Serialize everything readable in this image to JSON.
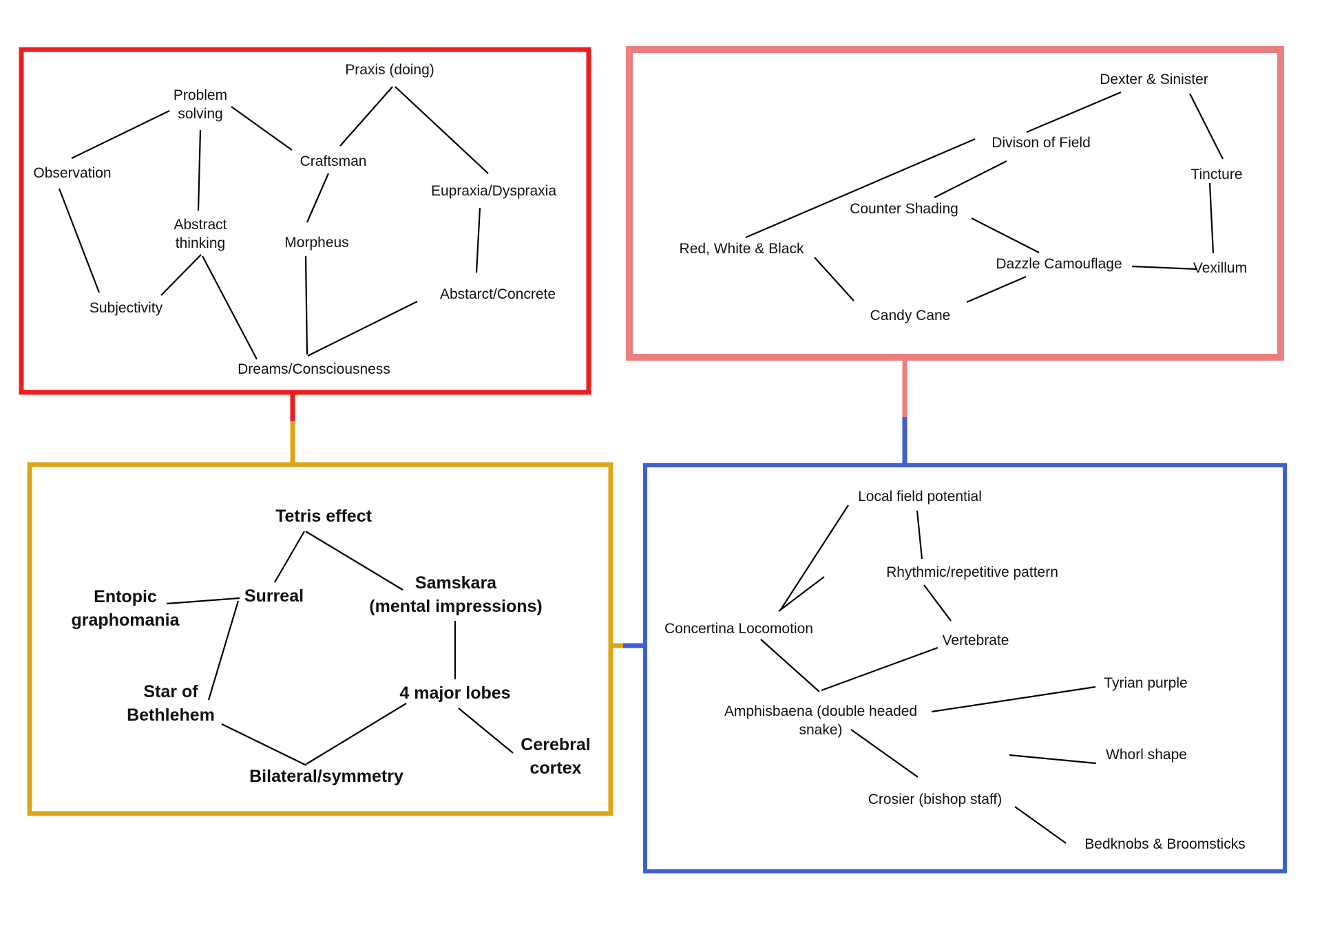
{
  "diagram": {
    "colors": {
      "red": "#ee1c1c",
      "pink": "#eb7f7f",
      "gold": "#dca717",
      "blue": "#3f5fd1",
      "line": "#000000"
    },
    "panels": [
      {
        "id": "red",
        "color": "#ee1c1c",
        "nodes": [
          {
            "id": "praxis",
            "lines": [
              "Praxis (doing)"
            ]
          },
          {
            "id": "problem",
            "lines": [
              "Problem",
              "solving"
            ]
          },
          {
            "id": "observation",
            "lines": [
              "Observation"
            ]
          },
          {
            "id": "craftsman",
            "lines": [
              "Craftsman"
            ]
          },
          {
            "id": "eupraxia",
            "lines": [
              "Eupraxia/Dyspraxia"
            ]
          },
          {
            "id": "abstract_thinking",
            "lines": [
              "Abstract",
              "thinking"
            ]
          },
          {
            "id": "morpheus",
            "lines": [
              "Morpheus"
            ]
          },
          {
            "id": "abstract_concrete",
            "lines": [
              "Abstarct/Concrete"
            ]
          },
          {
            "id": "subjectivity",
            "lines": [
              "Subjectivity"
            ]
          },
          {
            "id": "dreams",
            "lines": [
              "Dreams/Consciousness"
            ]
          }
        ],
        "edges": [
          [
            "problem",
            "observation"
          ],
          [
            "problem",
            "craftsman"
          ],
          [
            "problem",
            "abstract_thinking"
          ],
          [
            "praxis",
            "craftsman"
          ],
          [
            "praxis",
            "eupraxia"
          ],
          [
            "observation",
            "subjectivity"
          ],
          [
            "craftsman",
            "morpheus"
          ],
          [
            "abstract_thinking",
            "subjectivity"
          ],
          [
            "abstract_thinking",
            "dreams"
          ],
          [
            "morpheus",
            "dreams"
          ],
          [
            "eupraxia",
            "abstract_concrete"
          ],
          [
            "dreams",
            "abstract_concrete"
          ]
        ]
      },
      {
        "id": "pink",
        "color": "#eb7f7f",
        "nodes": [
          {
            "id": "dexter",
            "lines": [
              "Dexter & Sinister"
            ]
          },
          {
            "id": "divison",
            "lines": [
              "Divison of Field"
            ]
          },
          {
            "id": "tincture",
            "lines": [
              "Tincture"
            ]
          },
          {
            "id": "counter",
            "lines": [
              "Counter Shading"
            ]
          },
          {
            "id": "rwb",
            "lines": [
              "Red, White & Black"
            ]
          },
          {
            "id": "dazzle",
            "lines": [
              "Dazzle Camouflage"
            ]
          },
          {
            "id": "vexillum",
            "lines": [
              "Vexillum"
            ]
          },
          {
            "id": "candy",
            "lines": [
              "Candy Cane"
            ]
          }
        ],
        "edges": [
          [
            "dexter",
            "divison"
          ],
          [
            "dexter",
            "tincture"
          ],
          [
            "divison",
            "rwb"
          ],
          [
            "divison",
            "counter"
          ],
          [
            "tincture",
            "vexillum"
          ],
          [
            "counter",
            "dazzle"
          ],
          [
            "dazzle",
            "vexillum"
          ],
          [
            "rwb",
            "candy"
          ],
          [
            "dazzle",
            "candy"
          ]
        ]
      },
      {
        "id": "gold",
        "color": "#dca717",
        "nodes": [
          {
            "id": "tetris",
            "lines": [
              "Tetris effect"
            ]
          },
          {
            "id": "surreal",
            "lines": [
              "Surreal"
            ]
          },
          {
            "id": "entopic",
            "lines": [
              "Entopic",
              "graphomania"
            ]
          },
          {
            "id": "samskara",
            "lines": [
              "Samskara",
              "(mental impressions)"
            ]
          },
          {
            "id": "star",
            "lines": [
              "Star of",
              "Bethlehem"
            ]
          },
          {
            "id": "lobes",
            "lines": [
              "4 major lobes"
            ]
          },
          {
            "id": "cerebral",
            "lines": [
              "Cerebral",
              "cortex"
            ]
          },
          {
            "id": "bilateral",
            "lines": [
              "Bilateral/symmetry"
            ]
          }
        ],
        "edges": [
          [
            "tetris",
            "surreal"
          ],
          [
            "tetris",
            "samskara"
          ],
          [
            "entopic",
            "surreal"
          ],
          [
            "surreal",
            "star"
          ],
          [
            "samskara",
            "lobes"
          ],
          [
            "lobes",
            "cerebral"
          ],
          [
            "lobes",
            "bilateral"
          ],
          [
            "star",
            "bilateral"
          ]
        ]
      },
      {
        "id": "blue",
        "color": "#3f5fd1",
        "nodes": [
          {
            "id": "local",
            "lines": [
              "Local field potential"
            ]
          },
          {
            "id": "rhythmic",
            "lines": [
              "Rhythmic/repetitive pattern"
            ]
          },
          {
            "id": "concertina",
            "lines": [
              "Concertina Locomotion"
            ]
          },
          {
            "id": "vertebrate",
            "lines": [
              "Vertebrate"
            ]
          },
          {
            "id": "tyrian",
            "lines": [
              "Tyrian purple"
            ]
          },
          {
            "id": "amphisbaena",
            "lines": [
              "Amphisbaena (double headed",
              "snake)"
            ]
          },
          {
            "id": "whorl",
            "lines": [
              "Whorl shape"
            ]
          },
          {
            "id": "crosier",
            "lines": [
              "Crosier (bishop staff)"
            ]
          },
          {
            "id": "bedknobs",
            "lines": [
              "Bedknobs & Broomsticks"
            ]
          }
        ],
        "edges": [
          [
            "local",
            "concertina"
          ],
          [
            "local",
            "rhythmic"
          ],
          [
            "concertina",
            "rhythmic"
          ],
          [
            "rhythmic",
            "vertebrate"
          ],
          [
            "concertina",
            "amphisbaena"
          ],
          [
            "vertebrate",
            "amphisbaena"
          ],
          [
            "amphisbaena",
            "tyrian"
          ],
          [
            "amphisbaena",
            "crosier"
          ],
          [
            "crosier",
            "whorl"
          ],
          [
            "crosier",
            "bedknobs"
          ]
        ]
      }
    ]
  }
}
